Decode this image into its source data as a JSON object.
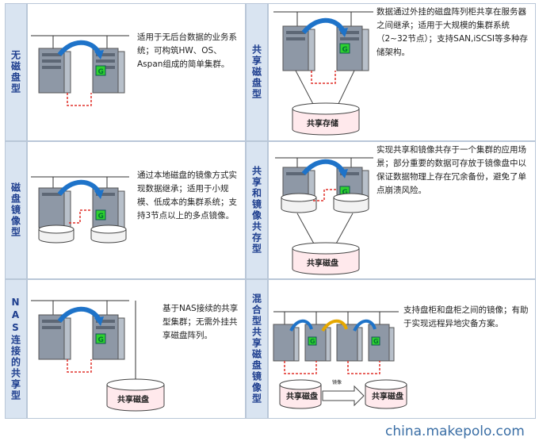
{
  "rows": [
    {
      "left": {
        "category": "无磁盘型",
        "description": "适用于无后台数据的业务系统；可构筑HW、OS、Aspan组成的简单集群。"
      },
      "right": {
        "category": "共享磁盘型",
        "description": "数据通过外挂的磁盘阵列柜共享在服务器之间继承；适用于大规模的集群系统（2~32节点）；支持SAN,iSCSI等多种存储架构。",
        "disk_label": "共享存储"
      }
    },
    {
      "left": {
        "category": "磁盘镜像型",
        "description": "通过本地磁盘的镜像方式实现数据继承；适用于小规模、低成本的集群系统；支持3节点以上的多点镜像。"
      },
      "right": {
        "category": "共享和镜像共存型",
        "description": "实现共享和镜像共存于一个集群的应用场景；部分重要的数据可存放于镜像盘中以保证数据物理上存在冗余备份，避免了单点崩溃风险。",
        "disk_label": "共享磁盘"
      }
    },
    {
      "left": {
        "category": "NAS连接的共享型",
        "description": "基于NAS接续的共享型集群；无需外挂共享磁盘阵列。",
        "disk_label": "共享磁盘"
      },
      "right": {
        "category": "混合型共享磁盘镜像型",
        "description": "支持盘柜和盘柜之间的镜像；有助于实现远程异地灾备方案。",
        "disk_label_a": "共享磁盘",
        "disk_label_b": "共享磁盘",
        "mirror_label": "镜像"
      }
    }
  ],
  "watermark": "china.makepolo.com",
  "colors": {
    "category_bg": "#d9e4f1",
    "category_text": "#1f3f8f",
    "border": "#b9c7d8",
    "arrow_blue": "#1e73c9",
    "arrow_gold": "#e6a800",
    "dash_red": "#e0302a",
    "g_badge": "#2fd12f"
  }
}
